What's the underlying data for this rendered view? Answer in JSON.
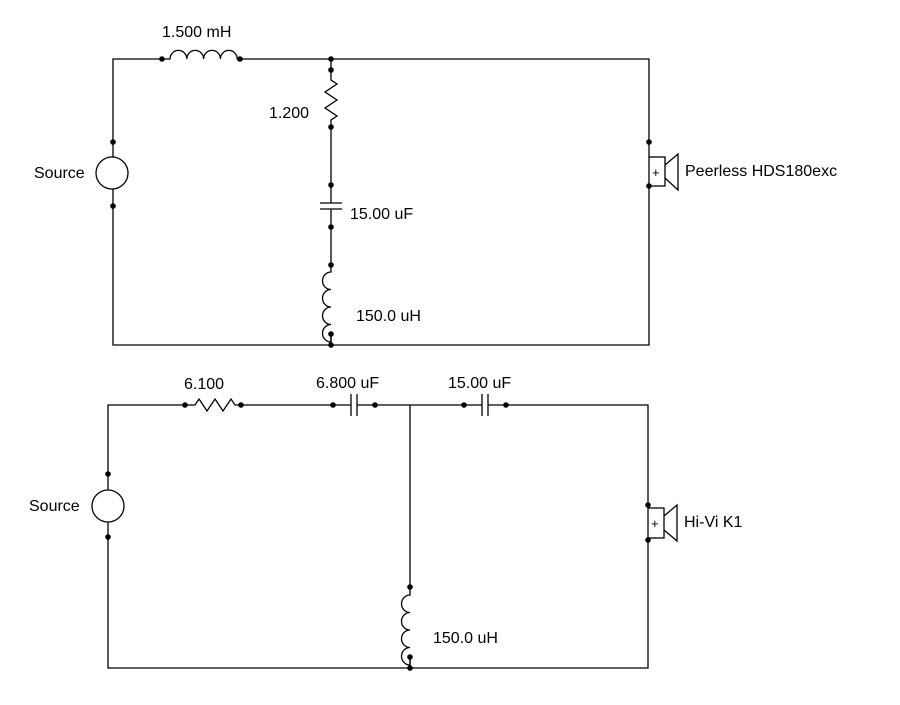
{
  "circuit_top": {
    "series_inductor": "1.500 mH",
    "notch_resistor": "1.200",
    "notch_capacitor": "15.00 uF",
    "notch_inductor": "150.0 uH",
    "source_label": "Source",
    "driver_label": "Peerless HDS180exc",
    "driver_plus": "+"
  },
  "circuit_bottom": {
    "series_resistor": "6.100",
    "series_capacitor_1": "6.800 uF",
    "series_capacitor_2": "15.00 uF",
    "shunt_inductor": "150.0 uH",
    "source_label": "Source",
    "driver_label": "Hi-Vi K1",
    "driver_plus": "+"
  }
}
